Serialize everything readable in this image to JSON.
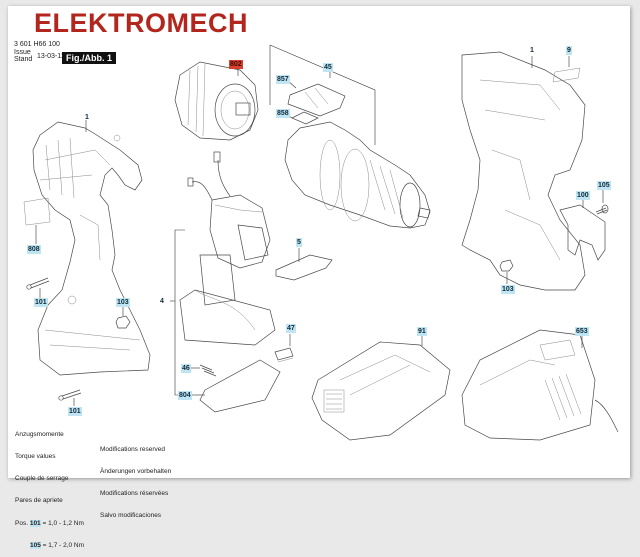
{
  "header": {
    "brand": "ELEKTROMECH",
    "part_number": "3 601 H66 100",
    "issue_label_1": "Issue",
    "issue_label_2": "Stand",
    "date": "13-03-12",
    "figure": "Fig./Abb. 1"
  },
  "colors": {
    "brand": "#b3261e",
    "label_highlight": "#bfe4f2",
    "label_red": "#d9412e"
  },
  "parts": {
    "p802": "802",
    "p857": "857",
    "p45": "45",
    "p858": "858",
    "p1_left": "1",
    "p808": "808",
    "p101_a": "101",
    "p103_left": "103",
    "p101_b": "101",
    "p4": "4",
    "p5": "5",
    "p47": "47",
    "p46": "46",
    "p804": "804",
    "p1_right": "1",
    "p9": "9",
    "p105": "105",
    "p100": "100",
    "p103_right": "103",
    "p91": "91",
    "p653": "653"
  },
  "torque": {
    "title_de": "Anzugsmomente",
    "title_en": "Torque values",
    "title_fr": "Couple de serrage",
    "title_es": "Pares de apriete",
    "pos_label": "Pos.",
    "row1_pos": "101",
    "row1_value": "= 1,0 - 1,2 Nm",
    "row2_pos": "105",
    "row2_value": "= 1,7 - 2,0 Nm"
  },
  "notice": {
    "en": "Modifications reserved",
    "de": "Änderungen vorbehalten",
    "fr": "Modifications réservées",
    "es": "Salvo modificaciones"
  }
}
